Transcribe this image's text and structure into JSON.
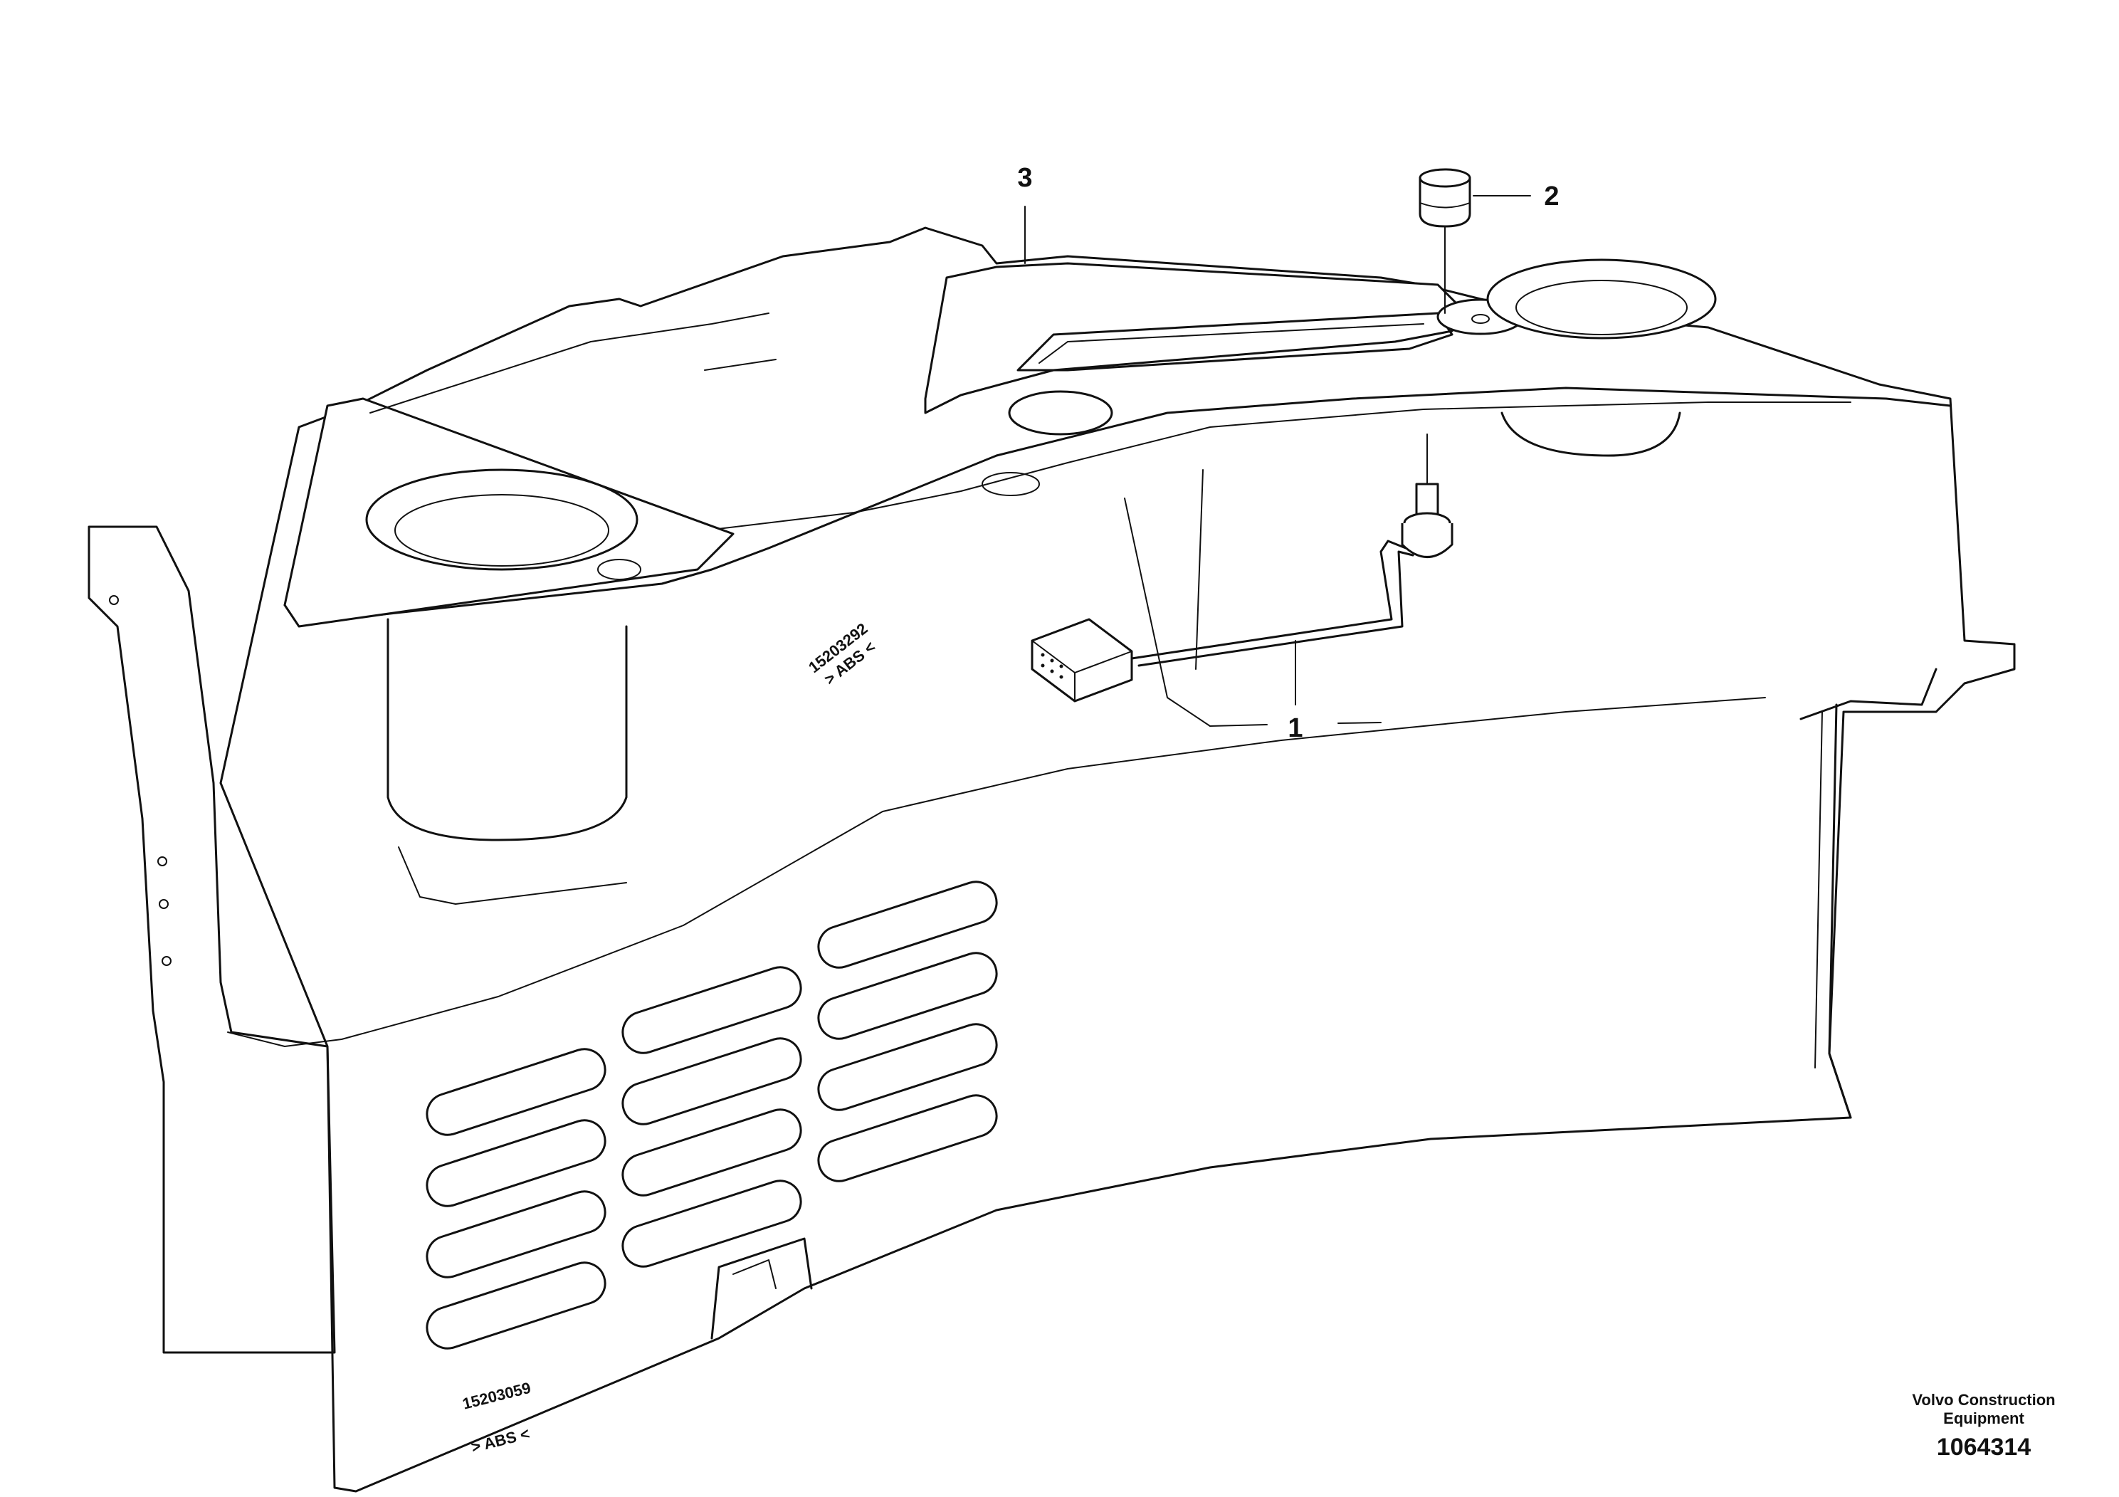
{
  "callouts": [
    {
      "label": "1",
      "part": "wiring-harness-with-connector"
    },
    {
      "label": "2",
      "part": "knob"
    },
    {
      "label": "3",
      "part": "console-housing"
    }
  ],
  "moulding_marks": {
    "upper_code": "15203292",
    "upper_material": "> ABS <",
    "lower_code": "15203059",
    "lower_material": "> ABS <"
  },
  "footer": {
    "brand_line1": "Volvo Construction",
    "brand_line2": "Equipment",
    "drawing_number": "1064314"
  }
}
